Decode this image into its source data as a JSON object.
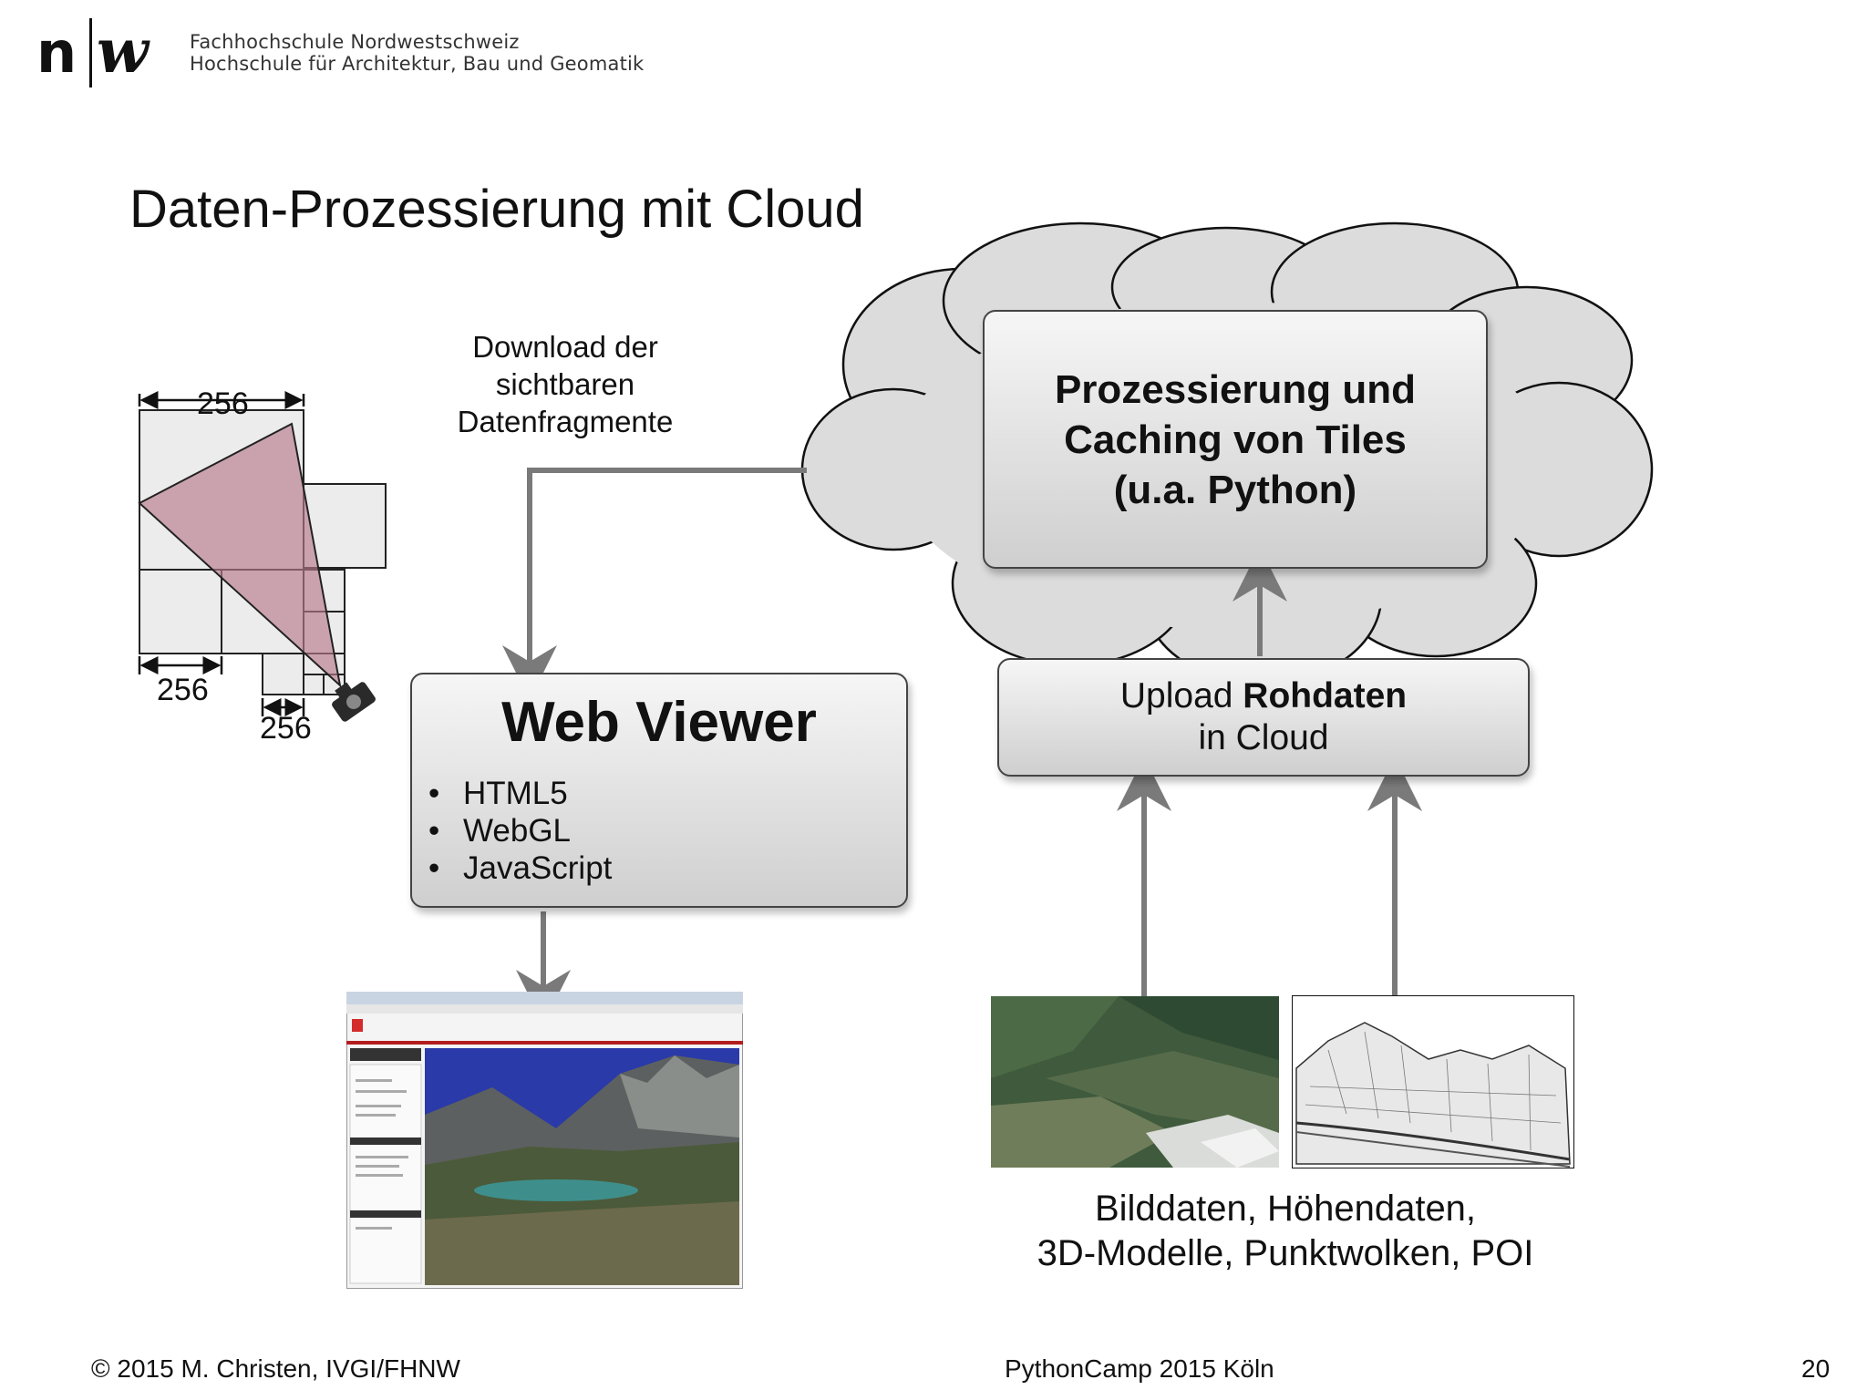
{
  "header": {
    "logo_letter_n": "n",
    "logo_letter_w": "w",
    "institution_line1": "Fachhochschule Nordwestschweiz",
    "institution_line2": "Hochschule für Architektur, Bau und Geomatik"
  },
  "slide": {
    "title": "Daten-Prozessierung mit Cloud"
  },
  "tile_diagram": {
    "dim_top": "256",
    "dim_left": "256",
    "dim_small": "256"
  },
  "download_label": [
    "Download der",
    "sichtbaren",
    "Datenfragmente"
  ],
  "cloud": {
    "processing_box": [
      "Prozessierung und",
      "Caching von Tiles",
      "(u.a. Python)"
    ],
    "upload_prefix": "Upload ",
    "upload_bold": "Rohdaten",
    "upload_line2": "in Cloud"
  },
  "web_viewer": {
    "title": "Web Viewer",
    "bullet": "•",
    "items": [
      "HTML5",
      "WebGL",
      "JavaScript"
    ]
  },
  "data_label": [
    "Bilddaten, Höhendaten,",
    "3D-Modelle, Punktwolken, POI"
  ],
  "footer": {
    "copyright": "© 2015 M. Christen, IVGI/FHNW",
    "event": "PythonCamp 2015 Köln",
    "page_number": "20"
  },
  "colors": {
    "frustum": "#b97b8c",
    "arrow": "#7a7a7a",
    "cloud_fill": "#dcdcdc",
    "box_border": "#444444"
  },
  "icons": {
    "camera": "camera-icon"
  }
}
